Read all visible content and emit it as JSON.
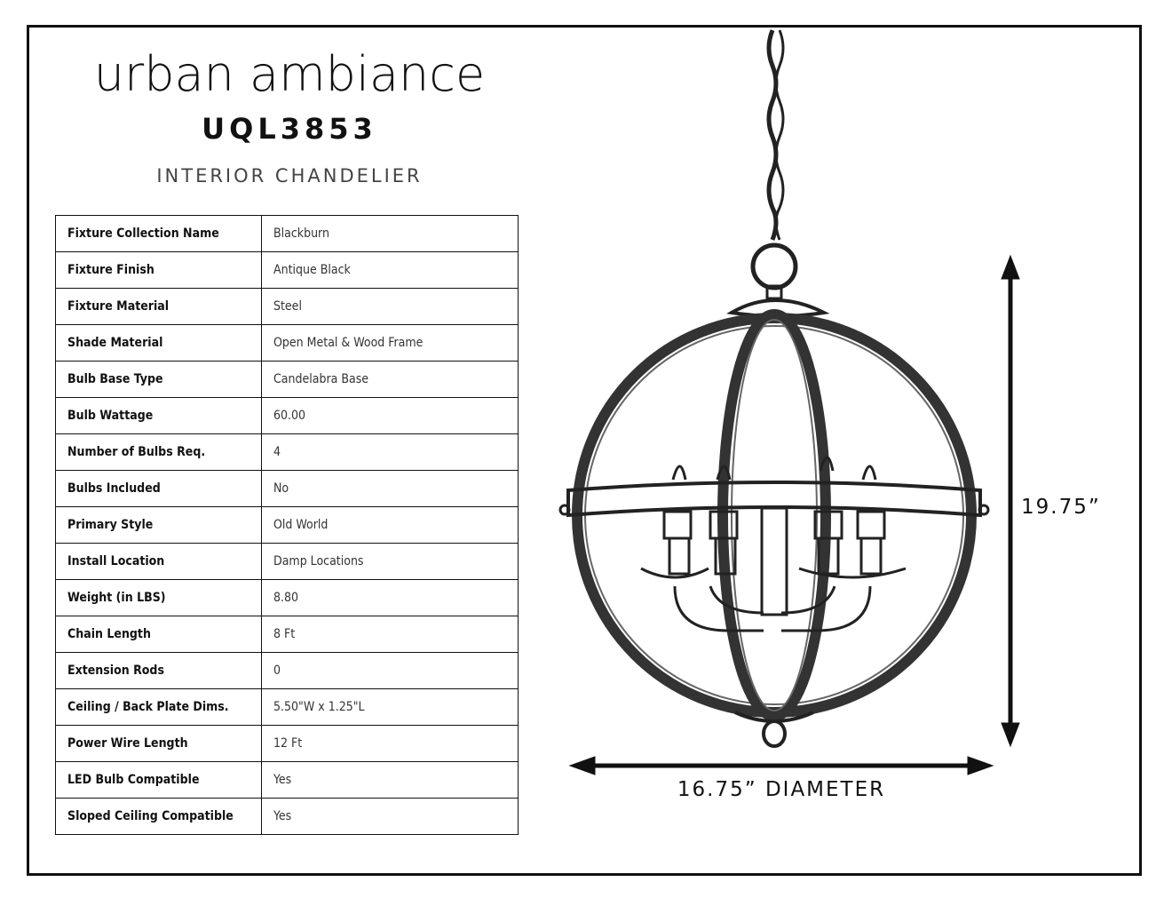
{
  "brand": "urban ambiance",
  "model": "UQL3853",
  "subtitle": "INTERIOR CHANDELIER",
  "specs": [
    {
      "label": "Fixture Collection Name",
      "value": "Blackburn"
    },
    {
      "label": "Fixture Finish",
      "value": "Antique Black"
    },
    {
      "label": "Fixture Material",
      "value": "Steel"
    },
    {
      "label": "Shade Material",
      "value": "Open Metal & Wood Frame"
    },
    {
      "label": "Bulb Base Type",
      "value": "Candelabra Base"
    },
    {
      "label": "Bulb Wattage",
      "value": "60.00"
    },
    {
      "label": "Number of Bulbs Req.",
      "value": "4"
    },
    {
      "label": "Bulbs Included",
      "value": "No"
    },
    {
      "label": "Primary Style",
      "value": "Old World"
    },
    {
      "label": "Install Location",
      "value": "Damp Locations"
    },
    {
      "label": "Weight (in LBS)",
      "value": "8.80"
    },
    {
      "label": "Chain Length",
      "value": "8 Ft"
    },
    {
      "label": "Extension Rods",
      "value": "0"
    },
    {
      "label": "Ceiling / Back Plate Dims.",
      "value": "5.50\"W x 1.25\"L"
    },
    {
      "label": "Power Wire Length",
      "value": "12 Ft"
    },
    {
      "label": "LED Bulb Compatible",
      "value": "Yes"
    },
    {
      "label": "Sloped Ceiling Compatible",
      "value": "Yes"
    }
  ],
  "dimensions": {
    "height": "19.75”",
    "width": "16.75” DIAMETER"
  }
}
